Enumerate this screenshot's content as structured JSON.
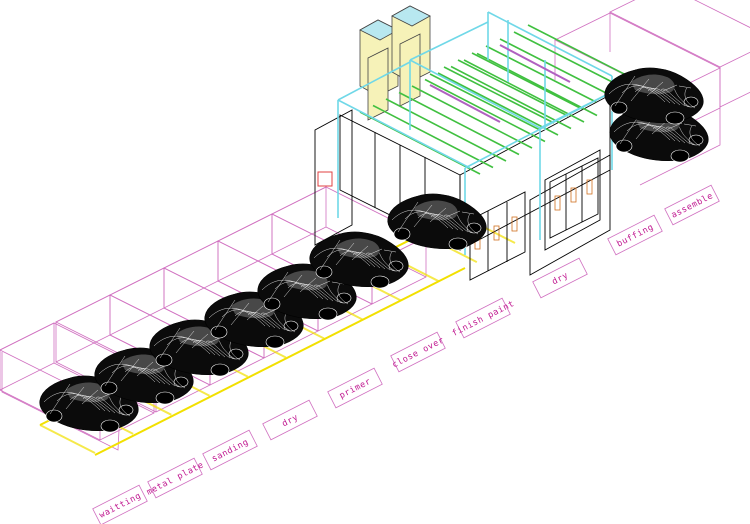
{
  "stations": [
    {
      "id": "waitting",
      "label": "waitting"
    },
    {
      "id": "metal-plate",
      "label": "metal plate"
    },
    {
      "id": "sanding",
      "label": "sanding"
    },
    {
      "id": "dry",
      "label": "dry"
    },
    {
      "id": "primer",
      "label": "primer"
    },
    {
      "id": "close-over",
      "label": "close over"
    },
    {
      "id": "finish-paint",
      "label": "finish paint"
    },
    {
      "id": "dry-2",
      "label": "dry"
    },
    {
      "id": "buffing",
      "label": "buffing"
    },
    {
      "id": "assemble",
      "label": "assemble"
    }
  ],
  "colors": {
    "bay_outline": "#d070c0",
    "label_text": "#c01890",
    "track": "#f2e000",
    "booth_rails": "#70d8e8",
    "booth_ceiling": "#40c040",
    "exhaust_duct": "#f6f2b8",
    "car": "#0b0b0b"
  },
  "cars": [
    {
      "station": "waitting"
    },
    {
      "station": "metal-plate"
    },
    {
      "station": "sanding"
    },
    {
      "station": "dry"
    },
    {
      "station": "primer"
    },
    {
      "station": "close-over"
    },
    {
      "station": "finish-paint"
    },
    {
      "station": "dry-2"
    },
    {
      "station": "buffing"
    }
  ]
}
